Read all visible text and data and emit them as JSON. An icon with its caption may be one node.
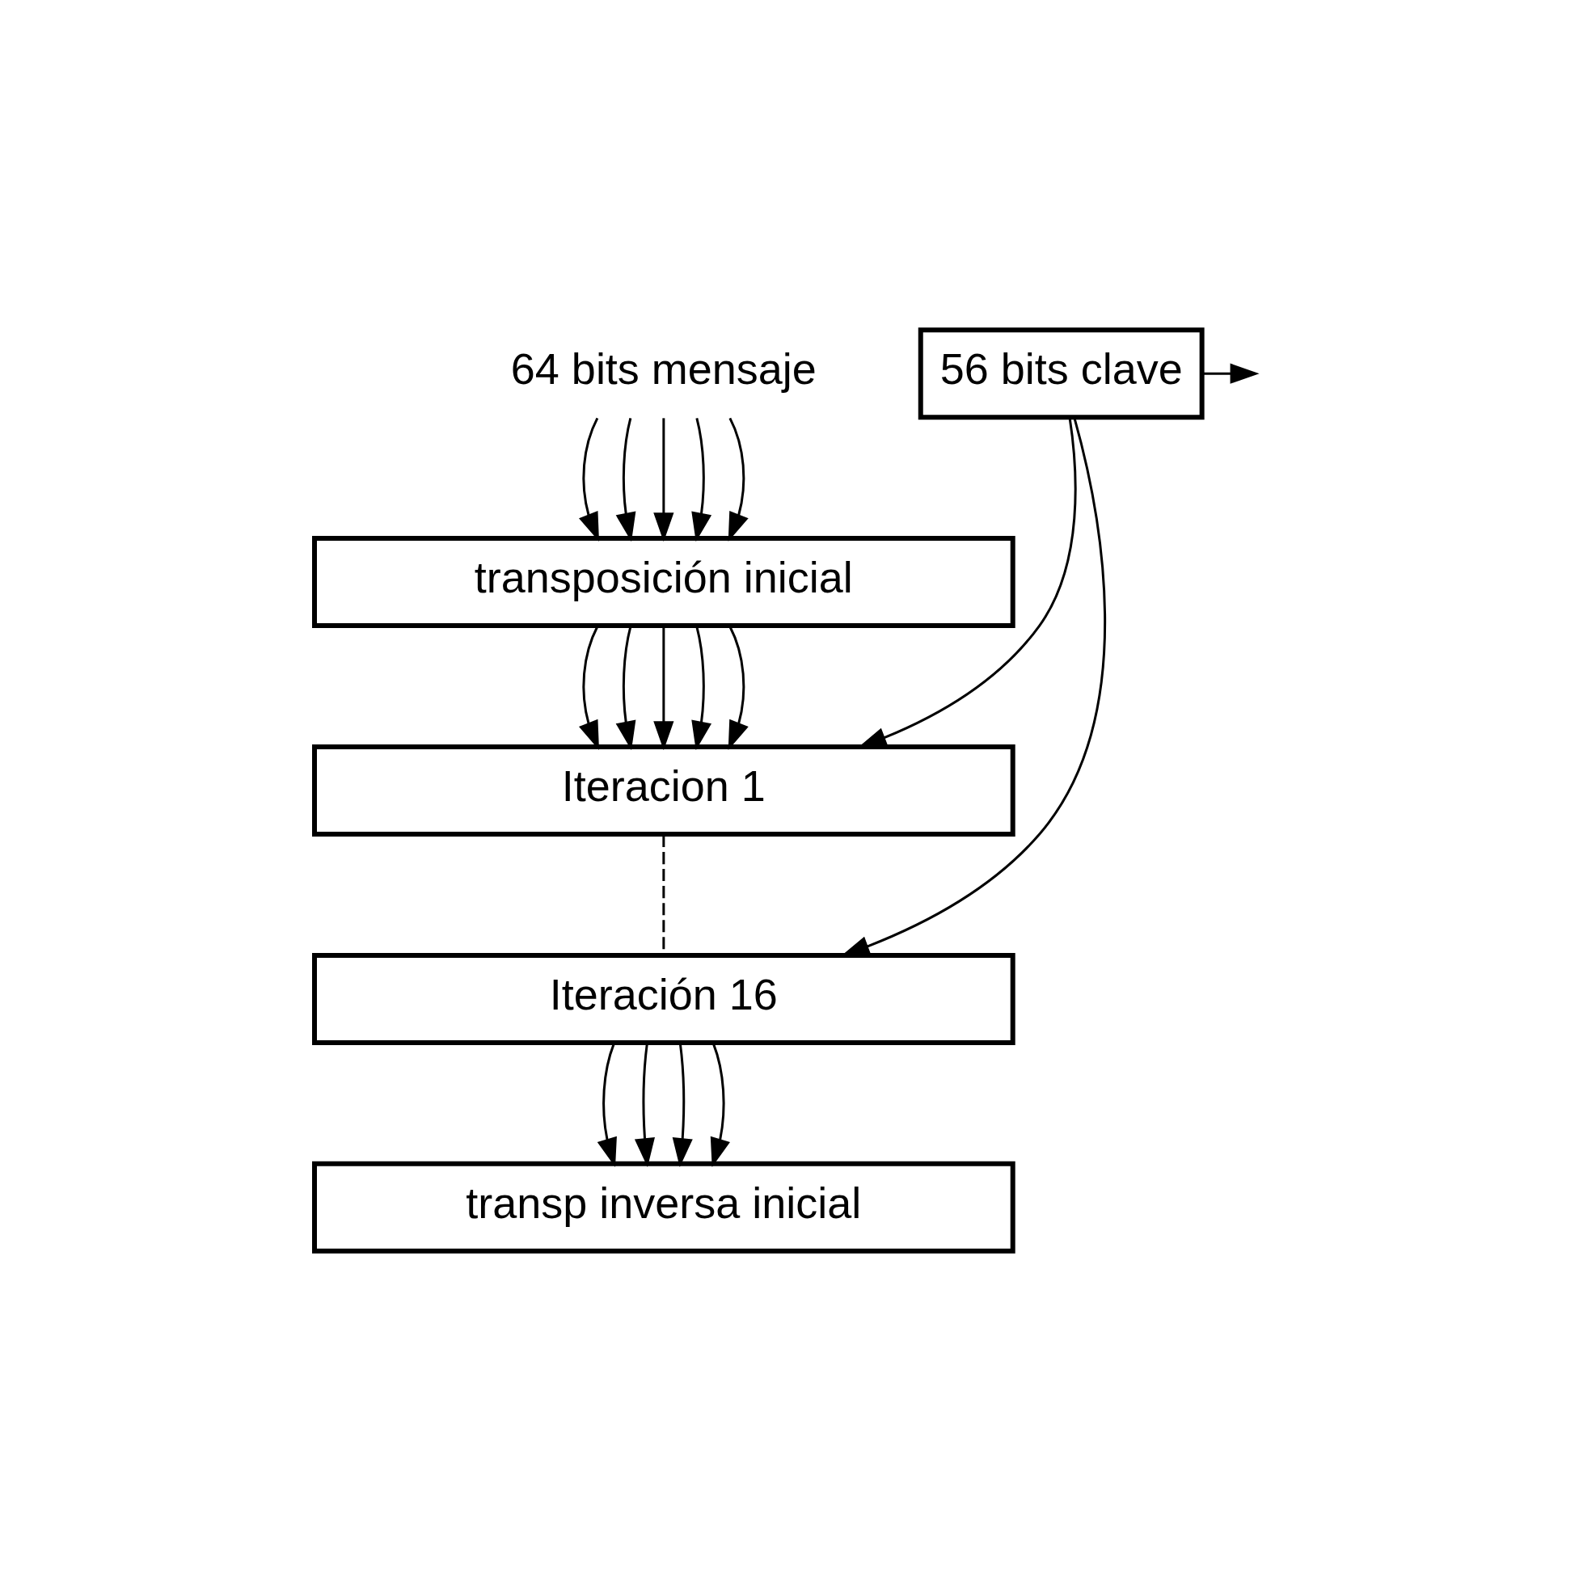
{
  "diagram": {
    "nodes": [
      {
        "text": [
          "64 bits mensaje"
        ]
      },
      {
        "text": [
          "transposición inicial"
        ]
      },
      {
        "text": [
          "Iteracion 1"
        ]
      },
      {
        "text": [
          "Iteración 16"
        ]
      },
      {
        "text": [
          "transp inversa inicial"
        ]
      },
      {
        "text": [
          "56 bits clave"
        ]
      }
    ],
    "edges": [
      {
        "from": 0,
        "to": 1,
        "arrow": "to"
      },
      {
        "from": 0,
        "to": 1,
        "arrow": "to"
      },
      {
        "from": 0,
        "to": 1,
        "arrow": "to"
      },
      {
        "from": 0,
        "to": 1,
        "arrow": "to"
      },
      {
        "from": 0,
        "to": 1,
        "arrow": "to"
      },
      {
        "from": 1,
        "to": 2,
        "arrow": "to"
      },
      {
        "from": 1,
        "to": 2,
        "arrow": "to"
      },
      {
        "from": 1,
        "to": 2,
        "arrow": "to"
      },
      {
        "from": 1,
        "to": 2,
        "arrow": "to"
      },
      {
        "from": 1,
        "to": 2,
        "arrow": "to"
      },
      {
        "from": 2,
        "to": 3,
        "arrow": "none",
        "style": "dashed"
      },
      {
        "from": 3,
        "to": 4,
        "arrow": "to"
      },
      {
        "from": 3,
        "to": 4,
        "arrow": "to"
      },
      {
        "from": 3,
        "to": 4,
        "arrow": "to"
      },
      {
        "from": 3,
        "to": 4,
        "arrow": "to"
      },
      {
        "from": 5,
        "to": 2,
        "arrow": "to"
      },
      {
        "from": 5,
        "to": null,
        "arrow": "to"
      },
      {
        "from": 5,
        "to": 3,
        "arrow": "to"
      }
    ]
  }
}
